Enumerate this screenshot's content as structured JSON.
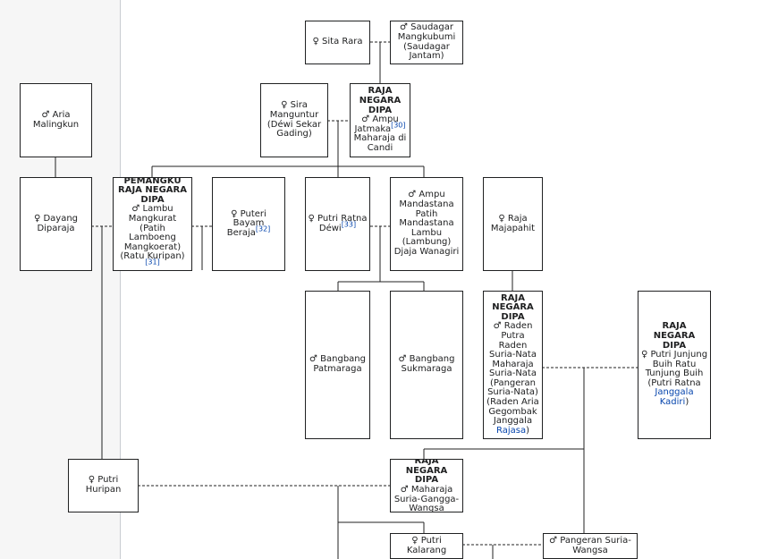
{
  "persons": {
    "sita_rara": "♀ Sita Rara",
    "saudagar": "♂ Saudagar Mangkubumi (Saudagar Jantam)",
    "aria_malingkun": "♂ Aria Malingkun",
    "sira_manguntur": "♀ Sira Manguntur (Déwi Sekar Gading)",
    "rnd1": {
      "title": "RAJA NEGARA DIPA",
      "line1": "♂ Ampu Jatmaka",
      "ref": "[30]",
      "line2": "Maharaja di Candi"
    },
    "dayang_diparaja": "♀ Dayang Diparaja",
    "pemangku": {
      "title": "PEMANGKU RAJA NEGARA DIPA",
      "line1": "♂ Lambu Mangkurat (Patih Lamboeng Mangkoerat) (Ratu Kuripan)",
      "ref": "[31]"
    },
    "puteri_bayam": {
      "text": "♀ Puteri Bayam Beraja",
      "ref": "[32]"
    },
    "putri_ratna_dewi": {
      "text": "♀ Putri Ratna Déwi",
      "ref": "[33]"
    },
    "ampu_mandastana": "♂ Ampu Mandastana Patih Mandastana Lambu (Lambung) Djaja Wanagiri",
    "raja_majapahit": "♀ Raja Majapahit",
    "bangbang_patmaraga": "♂ Bangbang Patmaraga",
    "bangbang_sukmaraga": "♂ Bangbang Sukmaraga",
    "rnd2": {
      "title": "RAJA NEGARA DIPA",
      "line1": "♂ Raden Putra Raden Suria-Nata Maharaja Suria-Nata (Pangeran Suria-Nata) (Raden Aria Gegombak Janggala",
      "link": "Rajasa",
      "tail": ")"
    },
    "rnd3": {
      "title": "RAJA NEGARA DIPA",
      "line1": "♀ Putri Junjung Buih Ratu Tunjung Buih (Putri Ratna",
      "link": "Janggala Kadiri",
      "tail": ")"
    },
    "putri_huripan": "♀ Putri Huripan",
    "rnd4": {
      "title": "RAJA NEGARA DIPA",
      "line1": "♂ Maharaja Suria-Gangga-Wangsa"
    },
    "putri_kalarang": "♀ Putri Kalarang",
    "pangeran_suria_wangsa": "♂ Pangeran Suria-Wangsa"
  }
}
